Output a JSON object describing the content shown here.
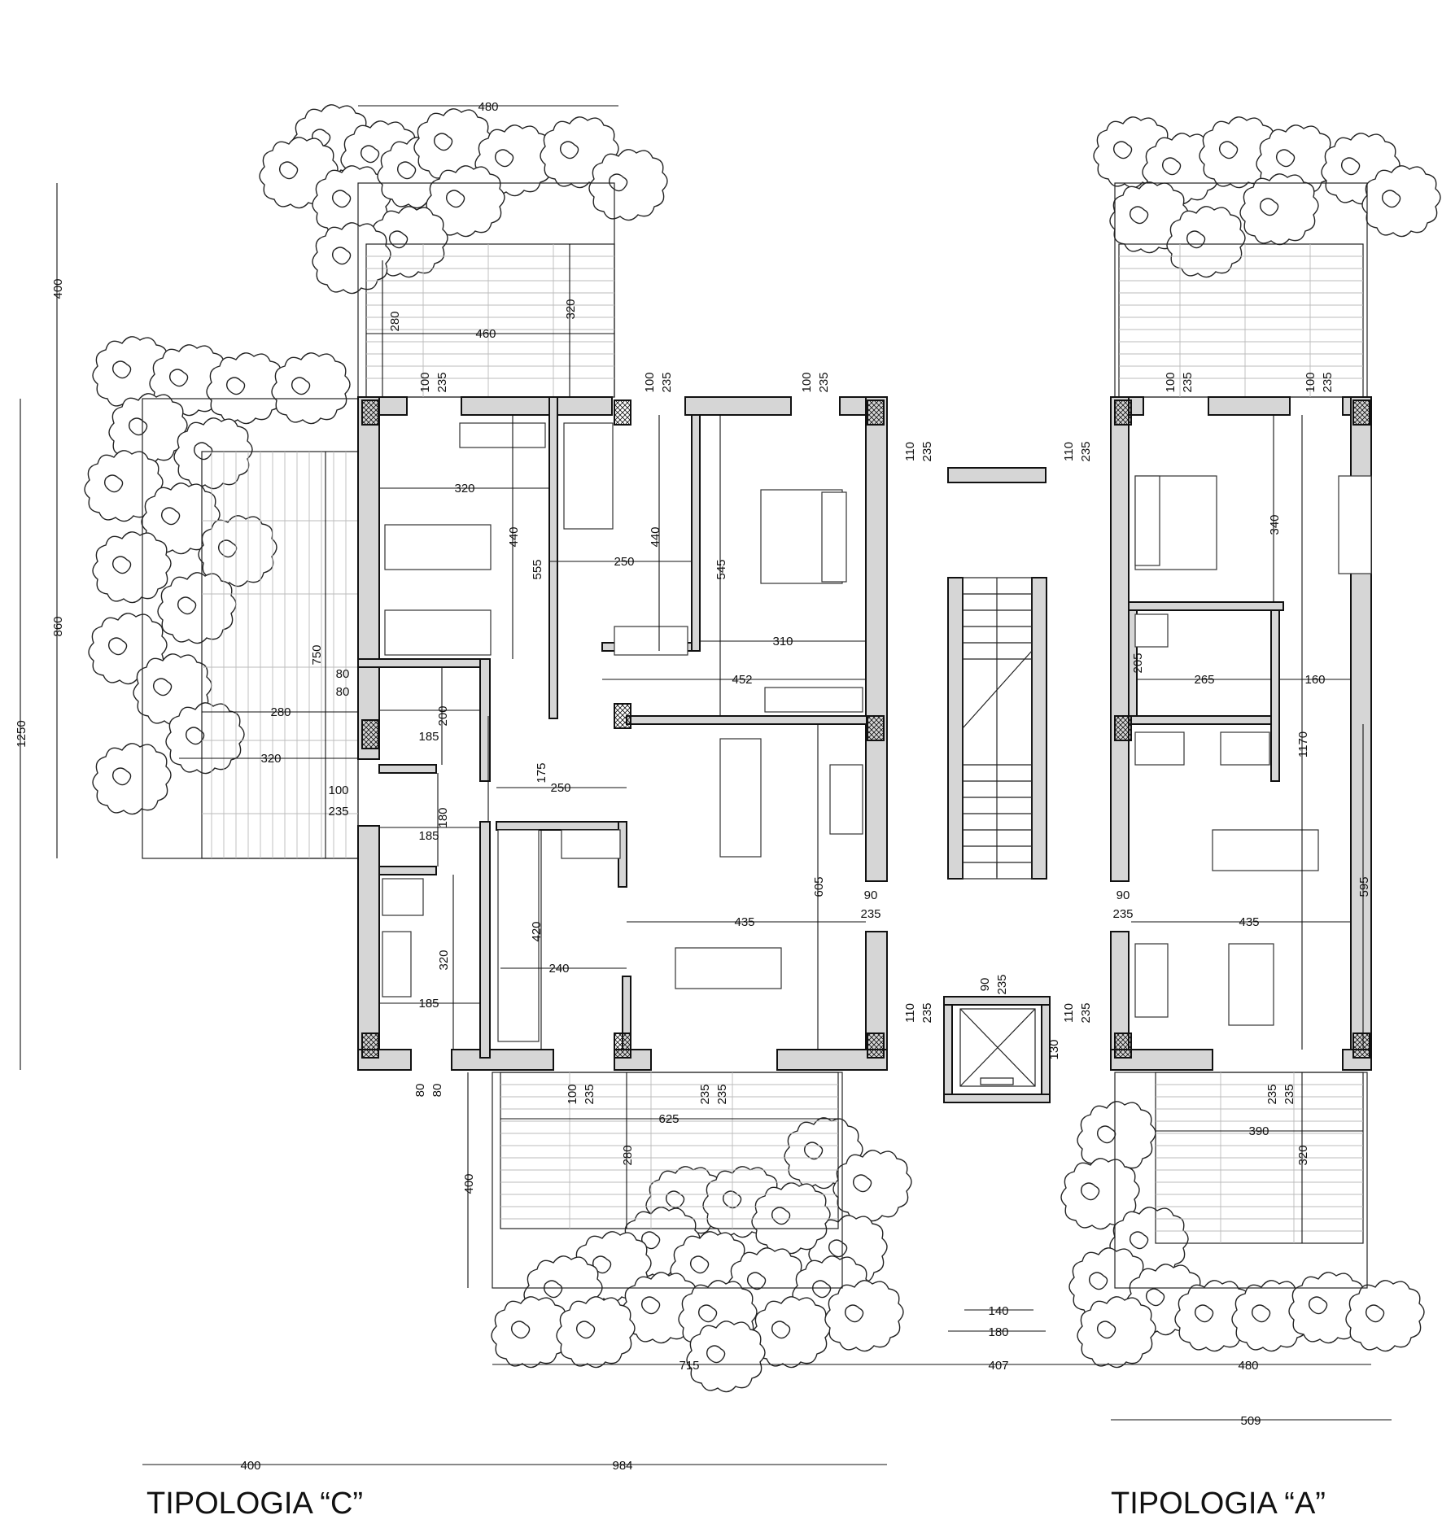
{
  "titles": {
    "left": "TIPOLOGIA “C”",
    "right": "TIPOLOGIA “A”"
  },
  "dimensions": {
    "top_480_c": "480",
    "left_400": "400",
    "left_1250": "1250",
    "left_860": "860",
    "terr_c_280": "280",
    "terr_c_460": "460",
    "terr_c_320": "320",
    "terr_w_750": "750",
    "terr_w_280": "280",
    "terr_w_320": "320",
    "win1_100": "100",
    "win1_235": "235",
    "win2_100": "100",
    "win2_235": "235",
    "win3_100": "100",
    "win3_235": "235",
    "win4_110": "110",
    "win4_235": "235",
    "win5_110": "110",
    "win5_235": "235",
    "win6_100": "100",
    "win6_235": "235",
    "win7_100": "100",
    "win7_235": "235",
    "room_320": "320",
    "room_440a": "440",
    "room_555": "555",
    "room_440b": "440",
    "room_250a": "250",
    "room_545": "545",
    "room_310": "310",
    "room_452": "452",
    "bath_80a": "80",
    "bath_80b": "80",
    "bath_200": "200",
    "bath_185a": "185",
    "corr_175": "175",
    "corr_250": "250",
    "door_100": "100",
    "door_235": "235",
    "bath_185b": "185",
    "bath_180": "180",
    "kit_420": "420",
    "kit_240": "240",
    "bath_320": "320",
    "bath_185c": "185",
    "liv_605": "605",
    "liv_435": "435",
    "win8_90": "90",
    "win8_235": "235",
    "win9_90": "90",
    "win9_235": "235",
    "lift_90": "90",
    "lift_235": "235",
    "win10_110": "110",
    "win10_235": "235",
    "win11_110": "110",
    "win11_235": "235",
    "lift_130": "130",
    "bot_80a": "80",
    "bot_80b": "80",
    "bot_100": "100",
    "bot_235a": "235",
    "bot_235b": "235",
    "bot_235c": "235",
    "bot_235d": "235",
    "bot_235e": "235",
    "terr_s_625": "625",
    "terr_s_280": "280",
    "terr_s_400": "400",
    "a_340": "340",
    "a_205": "205",
    "a_265": "265",
    "a_160": "160",
    "a_1170": "1170",
    "a_435": "435",
    "a_595": "595",
    "a_390": "390",
    "a_320": "320",
    "stair_140": "140",
    "stair_180": "180",
    "bot_715": "715",
    "bot_407": "407",
    "bot_480": "480",
    "bot_400": "400",
    "bot_984": "984",
    "bot_509": "509"
  }
}
